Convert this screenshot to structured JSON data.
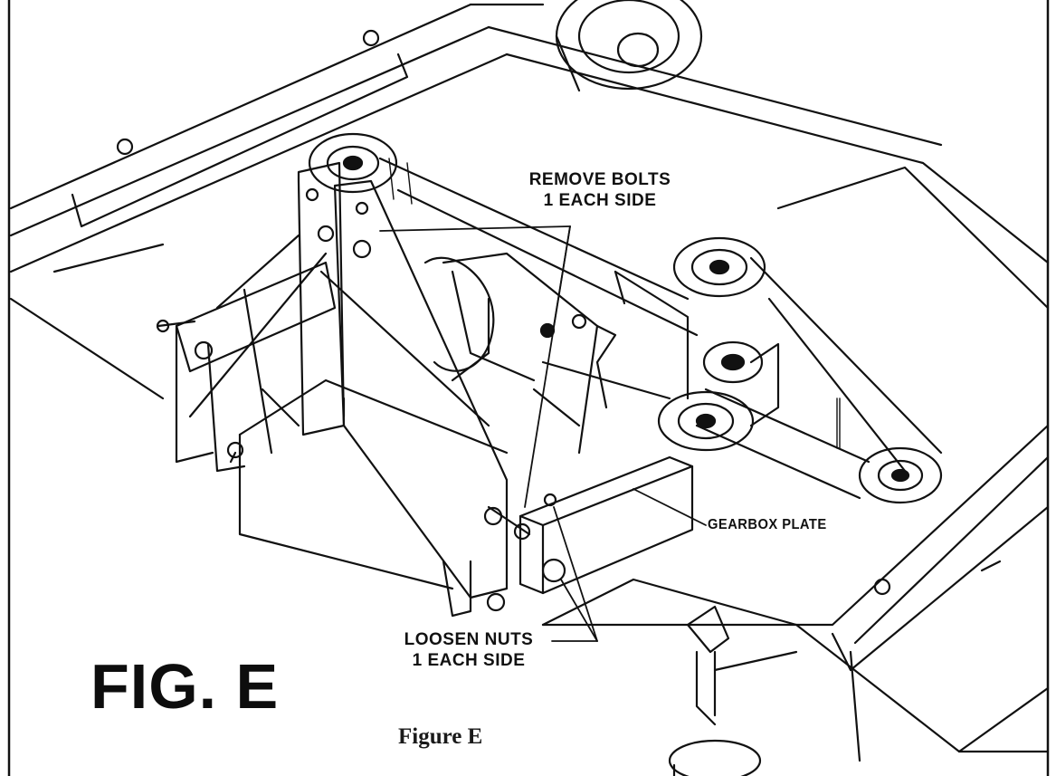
{
  "figure": {
    "callouts": {
      "remove_bolts_line1": "REMOVE BOLTS",
      "remove_bolts_line2": "1 EACH SIDE",
      "gearbox_plate": "GEARBOX PLATE",
      "loosen_nuts_line1": "LOOSEN NUTS",
      "loosen_nuts_line2": "1 EACH SIDE"
    },
    "fig_label": "FIG. E",
    "caption": "Figure E"
  },
  "colors": {
    "ink": "#111111",
    "paper": "#ffffff"
  }
}
